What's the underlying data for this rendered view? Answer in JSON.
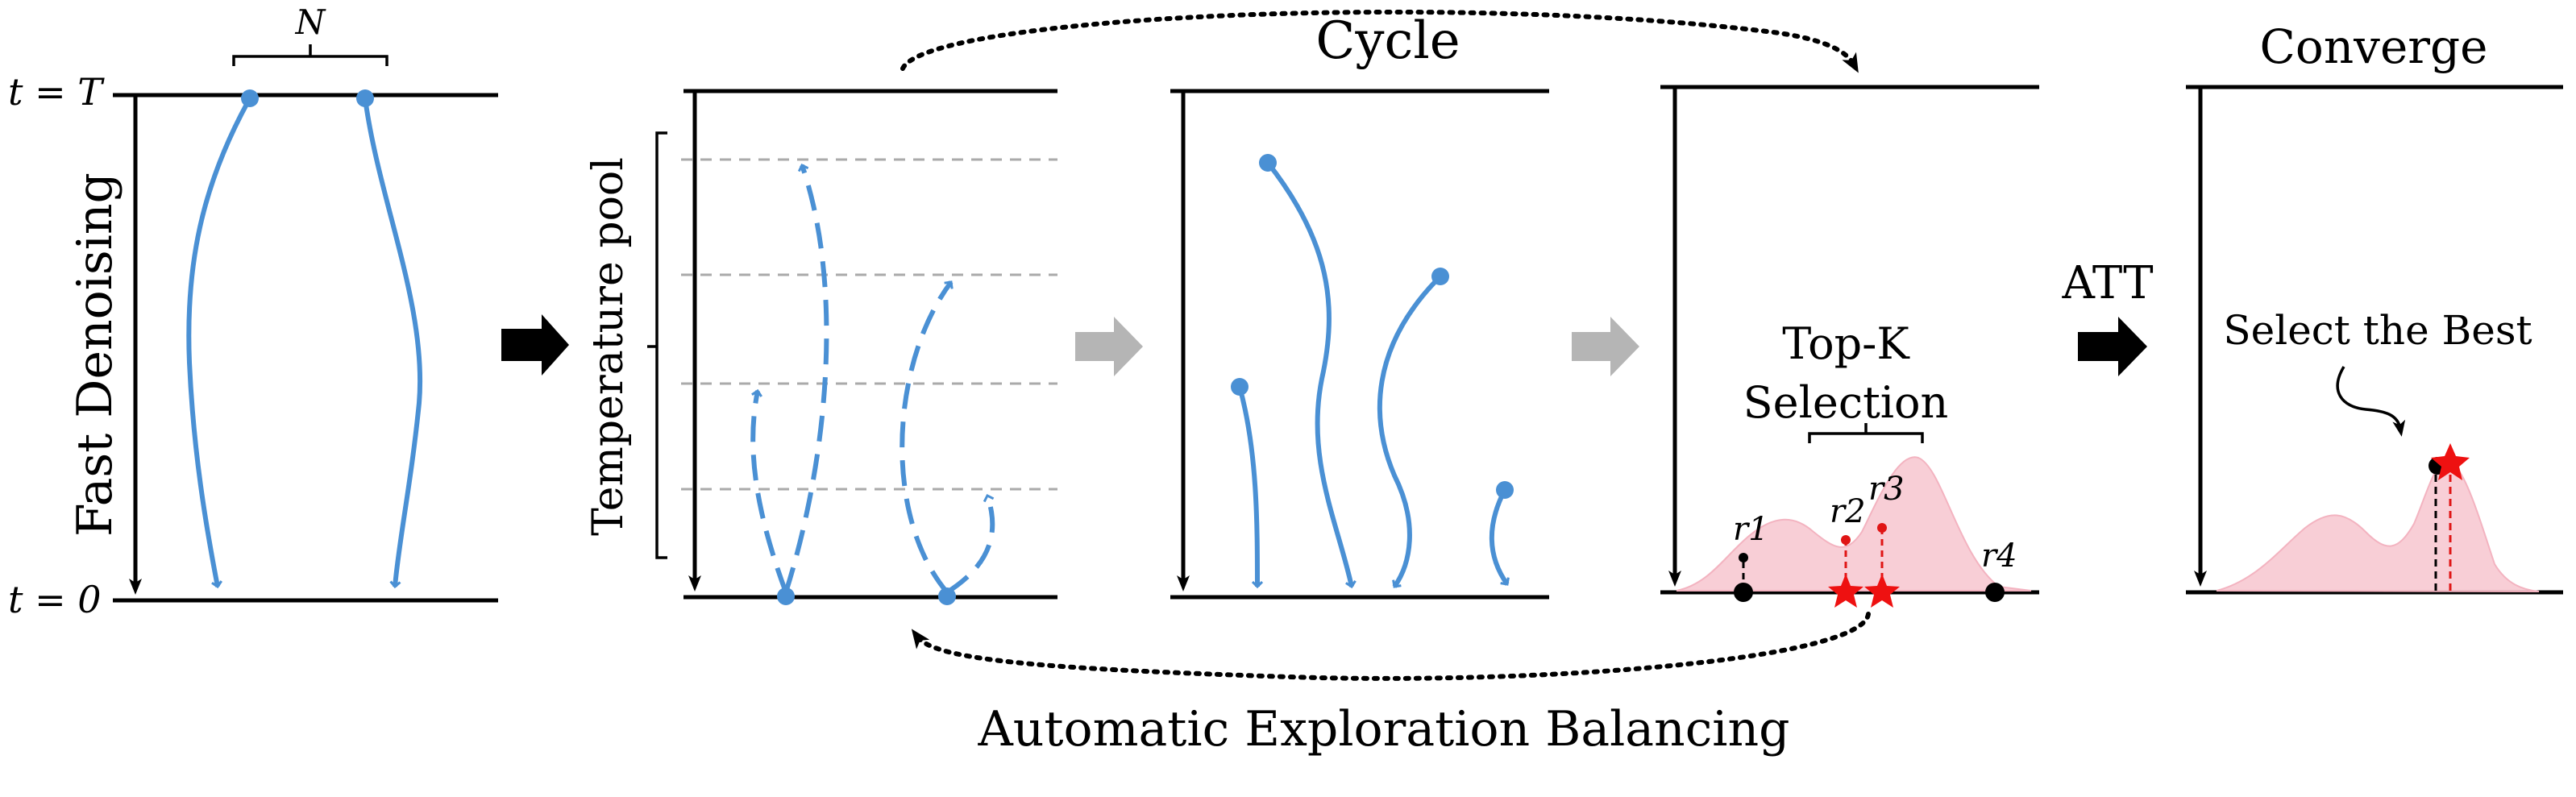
{
  "colors": {
    "trajectory": "#4a90d4",
    "reward_density": "#f7c6cf",
    "selected_star": "#ee1111",
    "arrow_dark": "#000000",
    "arrow_gray": "#b5b5b5",
    "temperature_line": "#aaaaaa"
  },
  "panel1": {
    "top_label": "t = T",
    "bottom_label": "t = 0",
    "count_label": "N",
    "axis_label": "Fast Denoising"
  },
  "panel2": {
    "axis_label": "Temperature pool"
  },
  "panel3": {
    "title": "Cycle"
  },
  "panel4": {
    "selection_line1": "Top-K",
    "selection_line2": "Selection",
    "reward_labels": [
      "r1",
      "r2",
      "r3",
      "r4"
    ]
  },
  "panel5": {
    "title": "Converge",
    "note": "Select the Best"
  },
  "att_label": "ATT",
  "loop_label": "Automatic Exploration Balancing",
  "icons": {
    "star": "star-icon",
    "dot": "dot-icon",
    "arrow": "block-arrow-icon"
  }
}
